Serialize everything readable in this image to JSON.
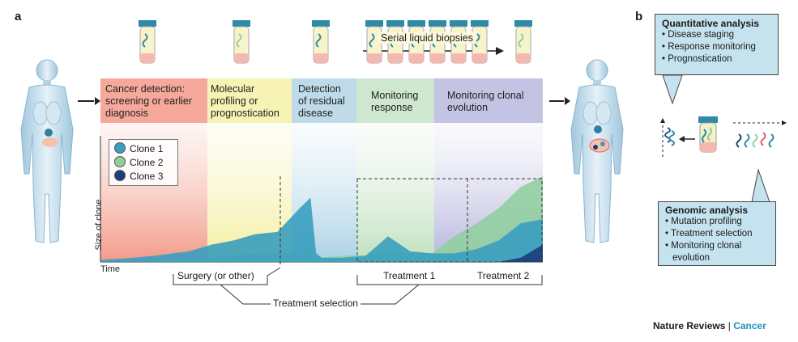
{
  "panel_a": {
    "letter": "a",
    "biopsies_label": "Serial liquid biopsies",
    "stages": [
      {
        "label": "Cancer detection: screening or earlier diagnosis",
        "color": "#f6a99b"
      },
      {
        "label": "Molecular profiling or prognostication",
        "color": "#f6f3b4"
      },
      {
        "label": "Detection of residual disease",
        "color": "#bfdbe9"
      },
      {
        "label": "Monitoring response",
        "color": "#cfe6cf"
      },
      {
        "label": "Monitoring clonal evolution",
        "color": "#c3c3e4"
      }
    ],
    "legend": [
      {
        "name": "Clone 1",
        "color": "#3a9fbf"
      },
      {
        "name": "Clone 2",
        "color": "#8fcf9c"
      },
      {
        "name": "Clone 3",
        "color": "#1c3c7c"
      }
    ],
    "y_label": "Size of clone",
    "x_label": "Time",
    "brackets": {
      "surgery": "Surgery (or other)",
      "treatment1": "Treatment 1",
      "treatment2": "Treatment 2",
      "selection": "Treatment selection"
    }
  },
  "panel_b": {
    "letter": "b",
    "quantitative": {
      "title": "Quantitative analysis",
      "items": [
        "• Disease staging",
        "• Response monitoring",
        "• Prognostication"
      ]
    },
    "genomic": {
      "title": "Genomic analysis",
      "items": [
        "• Mutation profiling",
        "• Treatment selection",
        "• Monitoring clonal",
        "evolution"
      ]
    }
  },
  "footer": {
    "journal": "Nature Reviews",
    "separator": "|",
    "section": "Cancer",
    "section_color": "#1f8ebc"
  },
  "chart_data": {
    "type": "area",
    "x": [
      0,
      3,
      5,
      8,
      10,
      12,
      14,
      16,
      18,
      19,
      19.5,
      20,
      22,
      24,
      26,
      28,
      30,
      32,
      34,
      36,
      38,
      40
    ],
    "series": [
      {
        "name": "Clone 1",
        "values": [
          1,
          2,
          3,
          5,
          8,
          10,
          13,
          14,
          25,
          30,
          4,
          2,
          2,
          3,
          12,
          5,
          4,
          4,
          6,
          10,
          18,
          20
        ]
      },
      {
        "name": "Clone 2",
        "values": [
          0,
          0,
          0,
          1,
          2,
          3,
          4,
          4,
          5,
          6,
          2,
          2,
          3,
          3,
          5,
          4,
          4,
          12,
          18,
          25,
          35,
          40
        ]
      },
      {
        "name": "Clone 3",
        "values": [
          0,
          0,
          0,
          0,
          0,
          0,
          0,
          0,
          0,
          0,
          0,
          0,
          0,
          0,
          0,
          0,
          0,
          0,
          0,
          0,
          2,
          8
        ]
      }
    ]
  }
}
